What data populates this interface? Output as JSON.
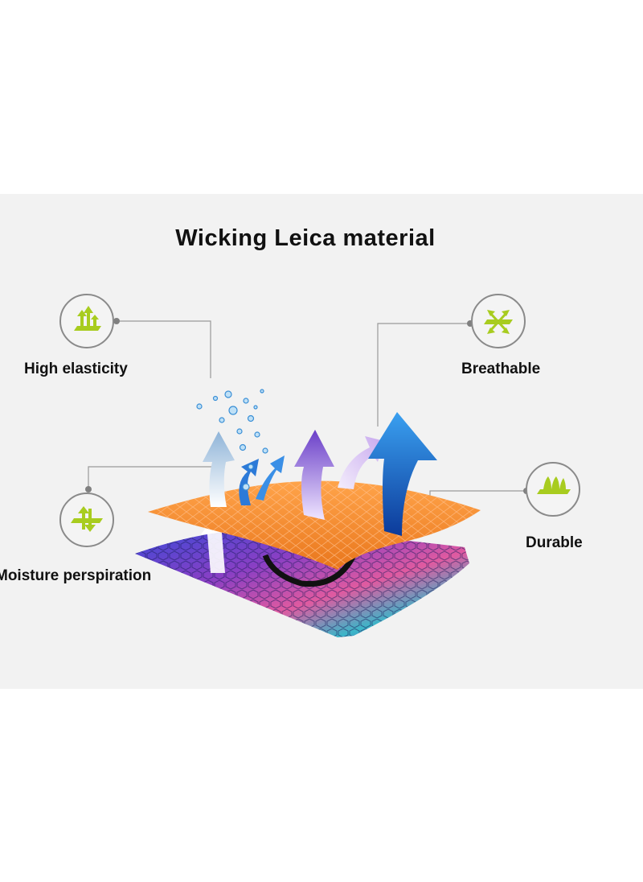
{
  "title": "Wicking Leica material",
  "features": {
    "high_elasticity": {
      "label": "High elasticity",
      "icon": "up-arrows-icon"
    },
    "breathable": {
      "label": "Breathable",
      "icon": "cross-arrows-icon"
    },
    "moisture_perspiration": {
      "label": "Moisture perspiration",
      "icon": "up-down-arrows-icon"
    },
    "durable": {
      "label": "Durable",
      "icon": "peaks-icon"
    }
  },
  "colors": {
    "panel_bg": "#f2f2f2",
    "icon_green": "#a8cc1f",
    "top_layer": "#f08a28",
    "arrow_blue": "#1f6fd6",
    "arrow_purple": "#7a4bd1"
  }
}
